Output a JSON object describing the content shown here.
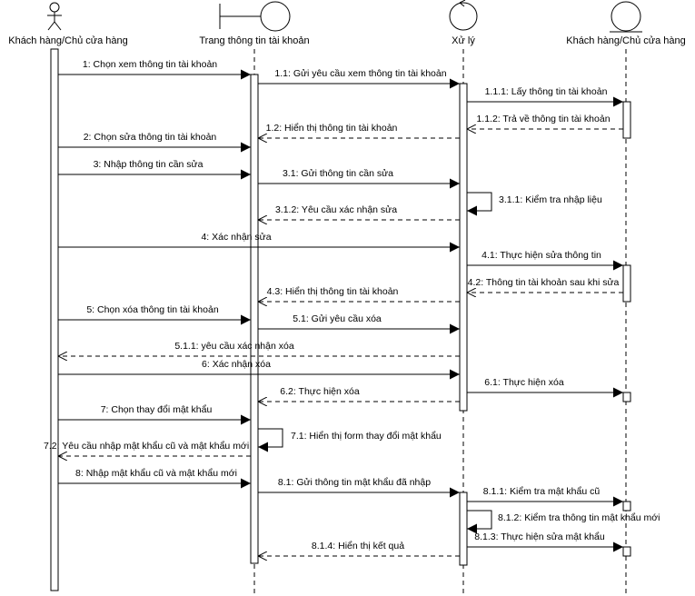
{
  "participants": [
    {
      "id": "actor",
      "kind": "actor",
      "label": "Khách hàng/Chủ cửa hàng"
    },
    {
      "id": "ui",
      "kind": "boundary",
      "label": "Trang thông tin tài khoản"
    },
    {
      "id": "ctrl",
      "kind": "control",
      "label": "Xử lý"
    },
    {
      "id": "ent",
      "kind": "entity",
      "label": "Khách hàng/Chủ cửa hàng"
    }
  ],
  "messages": [
    {
      "label": "1: Chọn xem thông tin tài khoản",
      "from": "actor",
      "to": "ui",
      "type": "sync"
    },
    {
      "label": "1.1: Gửi yêu cầu xem thông tin tài khoản",
      "from": "ui",
      "to": "ctrl",
      "type": "sync"
    },
    {
      "label": "1.1.1: Lấy thông tin tài khoản",
      "from": "ctrl",
      "to": "ent",
      "type": "sync"
    },
    {
      "label": "1.1.2: Trả về thông tin tài khoản",
      "from": "ent",
      "to": "ctrl",
      "type": "return"
    },
    {
      "label": "1.2: Hiển thị thông tin tài khoản",
      "from": "ctrl",
      "to": "ui",
      "type": "return"
    },
    {
      "label": "2: Chọn sửa thông tin tài khoản",
      "from": "actor",
      "to": "ui",
      "type": "sync"
    },
    {
      "label": "3: Nhập thông tin cần sửa",
      "from": "actor",
      "to": "ui",
      "type": "sync"
    },
    {
      "label": "3.1: Gửi thông tin cần sửa",
      "from": "ui",
      "to": "ctrl",
      "type": "sync"
    },
    {
      "label": "3.1.1: Kiểm tra nhập liệu",
      "from": "ctrl",
      "to": "ctrl",
      "type": "self"
    },
    {
      "label": "3.1.2: Yêu cầu xác nhận sửa",
      "from": "ctrl",
      "to": "ui",
      "type": "return"
    },
    {
      "label": "4: Xác nhận sửa",
      "from": "actor",
      "to": "ctrl",
      "type": "sync"
    },
    {
      "label": "4.1: Thực hiện sửa thông tin",
      "from": "ctrl",
      "to": "ent",
      "type": "sync"
    },
    {
      "label": "4.2: Thông tin tài khoản sau khi sửa",
      "from": "ent",
      "to": "ctrl",
      "type": "return"
    },
    {
      "label": "4.3: Hiển thị thông tin tài khoản",
      "from": "ctrl",
      "to": "ui",
      "type": "return"
    },
    {
      "label": "5: Chọn xóa thông tin tài khoản",
      "from": "actor",
      "to": "ui",
      "type": "sync"
    },
    {
      "label": "5.1: Gửi yêu cầu xóa",
      "from": "ui",
      "to": "ctrl",
      "type": "sync"
    },
    {
      "label": "5.1.1: yêu cầu xác nhận xóa",
      "from": "ctrl",
      "to": "actor",
      "type": "return"
    },
    {
      "label": "6: Xác nhận xóa",
      "from": "actor",
      "to": "ctrl",
      "type": "sync"
    },
    {
      "label": "6.1: Thực hiện xóa",
      "from": "ctrl",
      "to": "ent",
      "type": "sync"
    },
    {
      "label": "6.2: Thực hiện xóa",
      "from": "ctrl",
      "to": "ui",
      "type": "return"
    },
    {
      "label": "7: Chọn thay đổi mật khẩu",
      "from": "actor",
      "to": "ui",
      "type": "sync"
    },
    {
      "label": "7.1: Hiển thị form thay đổi mật khẩu",
      "from": "ui",
      "to": "ui",
      "type": "self"
    },
    {
      "label": "7.2: Yêu cầu nhập mật khẩu cũ và mật khẩu mới",
      "from": "ui",
      "to": "actor",
      "type": "return"
    },
    {
      "label": "8: Nhập mật khẩu cũ và mật khẩu mới",
      "from": "actor",
      "to": "ui",
      "type": "sync"
    },
    {
      "label": "8.1: Gửi thông tin mật khẩu đã nhập",
      "from": "ui",
      "to": "ctrl",
      "type": "sync"
    },
    {
      "label": "8.1.1: Kiểm tra mật khẩu cũ",
      "from": "ctrl",
      "to": "ent",
      "type": "sync"
    },
    {
      "label": "8.1.2: Kiểm tra thông tin mật khẩu mới",
      "from": "ctrl",
      "to": "ctrl",
      "type": "self"
    },
    {
      "label": "8.1.3: Thực hiện sửa mật khẩu",
      "from": "ctrl",
      "to": "ent",
      "type": "sync"
    },
    {
      "label": "8.1.4: Hiển thị kết quả",
      "from": "ctrl",
      "to": "ui",
      "type": "return"
    }
  ]
}
